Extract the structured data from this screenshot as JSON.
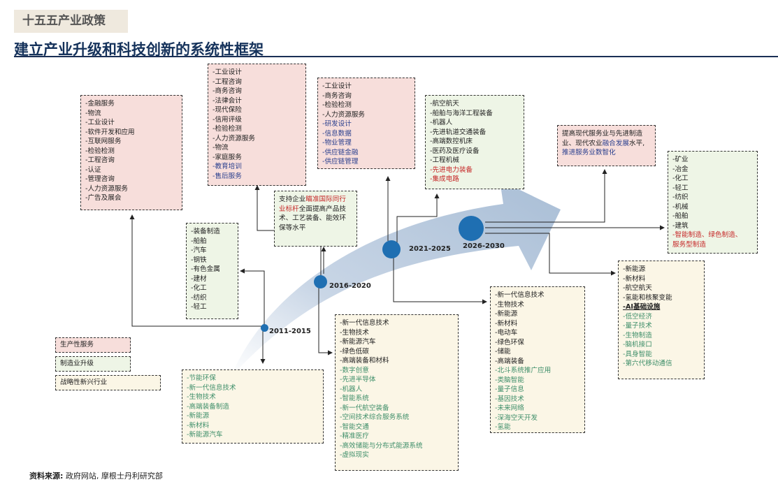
{
  "header": {
    "tag": "十五五产业政策",
    "title": "建立产业升级和科技创新的系统性框架"
  },
  "source": {
    "label": "资料来源:",
    "text": " 政府网站, 摩根士丹利研究部"
  },
  "legend": [
    {
      "label": "生产性服务",
      "color": "#f7dedb"
    },
    {
      "label": "制造业升级",
      "color": "#eef5e6"
    },
    {
      "label": "战略性新兴行业",
      "color": "#fbf6e6"
    }
  ],
  "periods": [
    {
      "label": "2011-2015"
    },
    {
      "label": "2016-2020"
    },
    {
      "label": "2021-2025"
    },
    {
      "label": "2026-2030"
    }
  ],
  "boxes": {
    "services_2011": {
      "items": [
        {
          "text": "-金融服务",
          "style": "dark"
        },
        {
          "text": "-物流",
          "style": "dark"
        },
        {
          "text": "-工业设计",
          "style": "dark"
        },
        {
          "text": "-软件开发和应用",
          "style": "dark"
        },
        {
          "text": "-互联网服务",
          "style": "dark"
        },
        {
          "text": "-检验检测",
          "style": "dark"
        },
        {
          "text": "-工程咨询",
          "style": "dark"
        },
        {
          "text": "-认证",
          "style": "dark"
        },
        {
          "text": "-管理咨询",
          "style": "dark"
        },
        {
          "text": "-人力资源服务",
          "style": "dark"
        },
        {
          "text": "-广告及展会",
          "style": "dark"
        }
      ]
    },
    "services_2016": {
      "items": [
        {
          "text": "-工业设计",
          "style": "dark"
        },
        {
          "text": "-工程咨询",
          "style": "dark"
        },
        {
          "text": "-商务咨询",
          "style": "dark"
        },
        {
          "text": "-法律会计",
          "style": "dark"
        },
        {
          "text": "-现代保险",
          "style": "dark"
        },
        {
          "text": "-信用评级",
          "style": "dark"
        },
        {
          "text": "-检验检测",
          "style": "dark"
        },
        {
          "text": "-人力资源服务",
          "style": "dark"
        },
        {
          "text": "-物流",
          "style": "dark"
        },
        {
          "text": "-家庭服务",
          "style": "dark"
        },
        {
          "text": "-教育培训",
          "style": "blue"
        },
        {
          "text": "-售后服务",
          "style": "blue"
        }
      ]
    },
    "services_2021": {
      "items": [
        {
          "text": "-工业设计",
          "style": "dark"
        },
        {
          "text": "-商务咨询",
          "style": "dark"
        },
        {
          "text": "-检验检测",
          "style": "dark"
        },
        {
          "text": "-人力资源服务",
          "style": "dark"
        },
        {
          "text": "-研发设计",
          "style": "blue"
        },
        {
          "text": "-信息数据",
          "style": "blue"
        },
        {
          "text": "-物业管理",
          "style": "blue"
        },
        {
          "text": "-供应链金融",
          "style": "blue"
        },
        {
          "text": "-供应链管理",
          "style": "blue"
        }
      ]
    },
    "manufacturing_2021": {
      "items": [
        {
          "text": "-航空航天",
          "style": "dark"
        },
        {
          "text": "-船舶与海洋工程装备",
          "style": "dark"
        },
        {
          "text": "-机器人",
          "style": "dark"
        },
        {
          "text": "-先进轨道交通装备",
          "style": "dark"
        },
        {
          "text": "-高端数控机床",
          "style": "dark"
        },
        {
          "text": "-医药及医疗设备",
          "style": "dark"
        },
        {
          "text": "-工程机械",
          "style": "dark"
        },
        {
          "text": "-先进电力装备",
          "style": "red"
        },
        {
          "text": "-集成电路",
          "style": "red"
        }
      ]
    },
    "manufacturing_2011": {
      "items": [
        {
          "text": "-装备制造",
          "style": "dark"
        },
        {
          "text": "-船舶",
          "style": "dark"
        },
        {
          "text": "-汽车",
          "style": "dark"
        },
        {
          "text": "-钢铁",
          "style": "dark"
        },
        {
          "text": "-有色金属",
          "style": "dark"
        },
        {
          "text": "-建材",
          "style": "dark"
        },
        {
          "text": "-化工",
          "style": "dark"
        },
        {
          "text": "-纺织",
          "style": "dark"
        },
        {
          "text": "-轻工",
          "style": "dark"
        }
      ]
    },
    "manufacturing_2026": {
      "items": [
        {
          "text": "-矿业",
          "style": "dark"
        },
        {
          "text": "-冶金",
          "style": "dark"
        },
        {
          "text": "-化工",
          "style": "dark"
        },
        {
          "text": "-轻工",
          "style": "dark"
        },
        {
          "text": "-纺织",
          "style": "dark"
        },
        {
          "text": "-机械",
          "style": "dark"
        },
        {
          "text": "-船舶",
          "style": "dark"
        },
        {
          "text": "-建筑",
          "style": "dark"
        },
        {
          "text": "-智能制造、绿色制造、",
          "style": "red"
        },
        {
          "text": "服务型制造",
          "style": "red"
        }
      ]
    },
    "emerging_2011": {
      "items": [
        {
          "text": "-节能环保",
          "style": "teal"
        },
        {
          "text": "-新一代信息技术",
          "style": "teal"
        },
        {
          "text": "-生物技术",
          "style": "teal"
        },
        {
          "text": "-高端装备制造",
          "style": "teal"
        },
        {
          "text": "-新能源",
          "style": "teal"
        },
        {
          "text": "-新材料",
          "style": "teal"
        },
        {
          "text": "-新能源汽车",
          "style": "teal"
        }
      ]
    },
    "emerging_2016": {
      "items": [
        {
          "text": "-新一代信息技术",
          "style": "dark"
        },
        {
          "text": "-生物技术",
          "style": "dark"
        },
        {
          "text": "-新能源汽车",
          "style": "dark"
        },
        {
          "text": "-绿色低碳",
          "style": "dark"
        },
        {
          "text": "-高端装备和材料",
          "style": "dark"
        },
        {
          "text": "-数字创意",
          "style": "teal"
        },
        {
          "text": "-先进半导体",
          "style": "teal"
        },
        {
          "text": "-机器人",
          "style": "teal"
        },
        {
          "text": "-智能系统",
          "style": "teal"
        },
        {
          "text": "-新一代航空装备",
          "style": "teal"
        },
        {
          "text": "-空间技术综合服务系统",
          "style": "teal"
        },
        {
          "text": "-智能交通",
          "style": "teal"
        },
        {
          "text": "-精准医疗",
          "style": "teal"
        },
        {
          "text": "-高效储能与分布式能源系统",
          "style": "teal"
        },
        {
          "text": "-虚拟现实",
          "style": "teal"
        }
      ]
    },
    "emerging_2021": {
      "items": [
        {
          "text": "-新一代信息技术",
          "style": "dark"
        },
        {
          "text": "-生物技术",
          "style": "dark"
        },
        {
          "text": "-新能源",
          "style": "dark"
        },
        {
          "text": "-新材料",
          "style": "dark"
        },
        {
          "text": "-电动车",
          "style": "dark"
        },
        {
          "text": "-绿色环保",
          "style": "dark"
        },
        {
          "text": "-储能",
          "style": "dark"
        },
        {
          "text": "-高端装备",
          "style": "dark"
        },
        {
          "text": "-北斗系统推广应用",
          "style": "teal"
        },
        {
          "text": "-类脑智能",
          "style": "teal"
        },
        {
          "text": "-量子信息",
          "style": "teal"
        },
        {
          "text": "-基因技术",
          "style": "teal"
        },
        {
          "text": "-未来网络",
          "style": "teal"
        },
        {
          "text": "-深海空天开发",
          "style": "teal"
        },
        {
          "text": "-氢能",
          "style": "teal"
        }
      ]
    },
    "emerging_2026": {
      "items": [
        {
          "text": "-新能源",
          "style": "dark"
        },
        {
          "text": "-新材料",
          "style": "dark"
        },
        {
          "text": "-航空航天",
          "style": "dark"
        },
        {
          "text": "-氢能和核聚变能",
          "style": "dark"
        },
        {
          "text": "-AI基础设施",
          "style": "dark bold ul"
        },
        {
          "text": "-低空经济",
          "style": "teal"
        },
        {
          "text": "-量子技术",
          "style": "teal"
        },
        {
          "text": "-生物制造",
          "style": "teal"
        },
        {
          "text": "-脑机接口",
          "style": "teal"
        },
        {
          "text": "-具身智能",
          "style": "teal"
        },
        {
          "text": "-第六代移动通信",
          "style": "teal"
        }
      ]
    }
  },
  "notes": {
    "note_2016": {
      "a": "支持企业",
      "b": "瞄准国际同行业标杆",
      "c": "全面提高产品技术、工艺装备、能效环保等水平"
    },
    "note_2026": {
      "a": "提高现代服务业与先进制造业、现代农业",
      "b": "融合发展",
      "c": "水平,",
      "d": "推进服务业数智化"
    }
  }
}
